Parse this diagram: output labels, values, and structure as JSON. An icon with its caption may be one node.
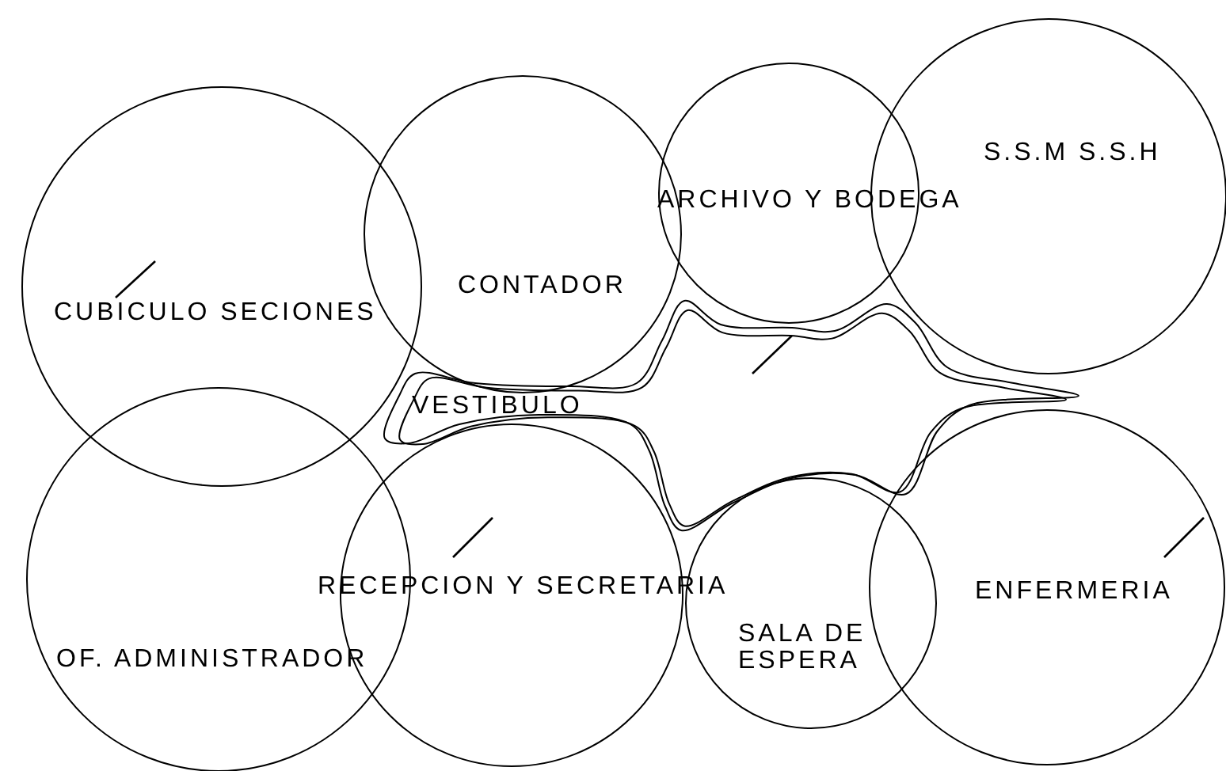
{
  "diagram": {
    "nodes": [
      {
        "text": [
          "CUBICULO SECIONES"
        ]
      },
      {
        "text": [
          "CONTADOR"
        ]
      },
      {
        "text": [
          "ARCHIVO Y BODEGA"
        ]
      },
      {
        "text": [
          "S.S.M S.S.H"
        ]
      },
      {
        "text": [
          "VESTIBULO"
        ]
      },
      {
        "text": [
          "OF. ADMINISTRADOR"
        ]
      },
      {
        "text": [
          "RECEPCION Y SECRETARIA"
        ]
      },
      {
        "text": [
          "SALA DE ESPERA"
        ]
      },
      {
        "text": [
          "ENFERMERIA"
        ]
      }
    ]
  }
}
